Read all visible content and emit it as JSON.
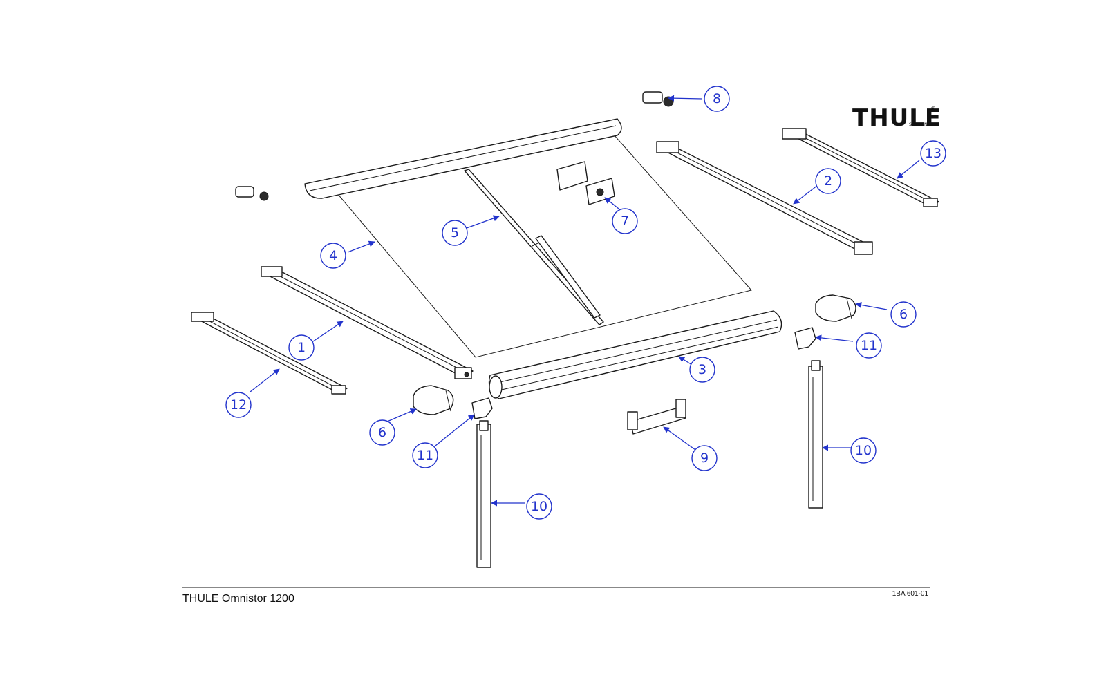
{
  "brand": {
    "logo_text": "THULE",
    "logo_sub": "SWEDEN",
    "registered": "®"
  },
  "footer": {
    "title": "THULE Omnistor 1200",
    "doc_code": "1BA 601-01"
  },
  "callouts": [
    {
      "id": "c1",
      "label": "1"
    },
    {
      "id": "c2",
      "label": "2"
    },
    {
      "id": "c3",
      "label": "3"
    },
    {
      "id": "c4",
      "label": "4"
    },
    {
      "id": "c5",
      "label": "5"
    },
    {
      "id": "c6a",
      "label": "6"
    },
    {
      "id": "c6b",
      "label": "6"
    },
    {
      "id": "c7",
      "label": "7"
    },
    {
      "id": "c8",
      "label": "8"
    },
    {
      "id": "c9",
      "label": "9"
    },
    {
      "id": "c10a",
      "label": "10"
    },
    {
      "id": "c10b",
      "label": "10"
    },
    {
      "id": "c11a",
      "label": "11"
    },
    {
      "id": "c11b",
      "label": "11"
    },
    {
      "id": "c12",
      "label": "12"
    },
    {
      "id": "c13",
      "label": "13"
    }
  ],
  "colors": {
    "callout": "#2233cc",
    "line": "#1a1a1a"
  }
}
